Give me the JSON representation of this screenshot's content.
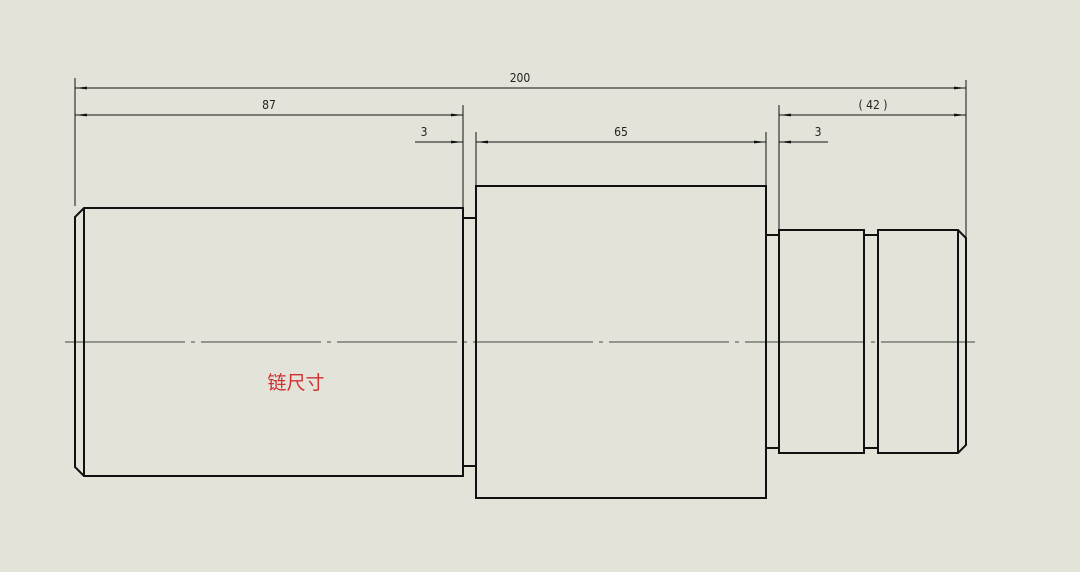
{
  "drawing": {
    "type": "shaft part drawing (front view)",
    "background": "#e3e3da",
    "line_color": "#111111",
    "note_color": "#d03030"
  },
  "dimensions": {
    "overall": "200",
    "first_section": "87",
    "groove_left": "3",
    "middle_section": "65",
    "groove_right": "3",
    "right_reference": "( 42 )"
  },
  "annotation": {
    "label": "链尺寸"
  }
}
